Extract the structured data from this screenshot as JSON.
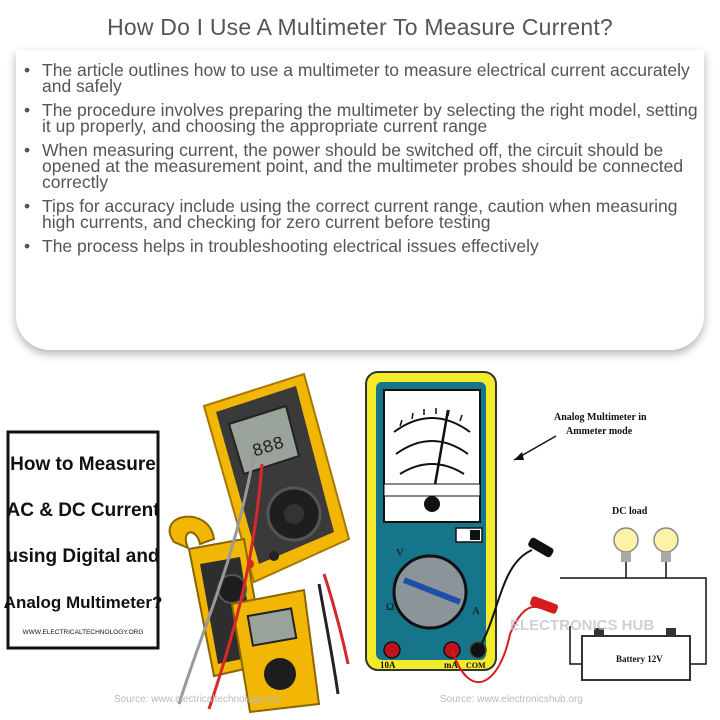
{
  "title": "How Do I Use A Multimeter To Measure Current?",
  "bullets": [
    "The article outlines how to use a multimeter to measure electrical current accurately and safely",
    "The procedure involves preparing the multimeter by selecting the right model, setting it up properly, and choosing the appropriate current range",
    "When measuring current, the power should be switched off, the circuit should be opened at the measurement point, and the multimeter probes should be connected correctly",
    "Tips for accuracy include using the correct current range, caution when measuring high currents, and checking for zero current before testing",
    "The process helps in troubleshooting electrical issues effectively"
  ],
  "left_image": {
    "sign_lines": [
      "How to Measure",
      "AC & DC Current",
      "using Digital and",
      "Analog Multimeter?"
    ],
    "sign_url": "WWW.ELECTRICALTECHNOLOGY.ORG",
    "source": "Source: www.electricaltechnology.org"
  },
  "right_image": {
    "meter_label_line1": "Analog Multimeter in",
    "meter_label_line2": "Ammeter mode",
    "load_label": "DC load",
    "battery_label": "Battery 12V",
    "jack_10a": "10A",
    "jack_ma": "mA",
    "jack_com": "COM",
    "dial_v": "V",
    "dial_ohm": "Ω",
    "dial_a": "A",
    "watermark": "ELECTRONICS HUB",
    "source": "Source: www.electronicshub.org"
  }
}
